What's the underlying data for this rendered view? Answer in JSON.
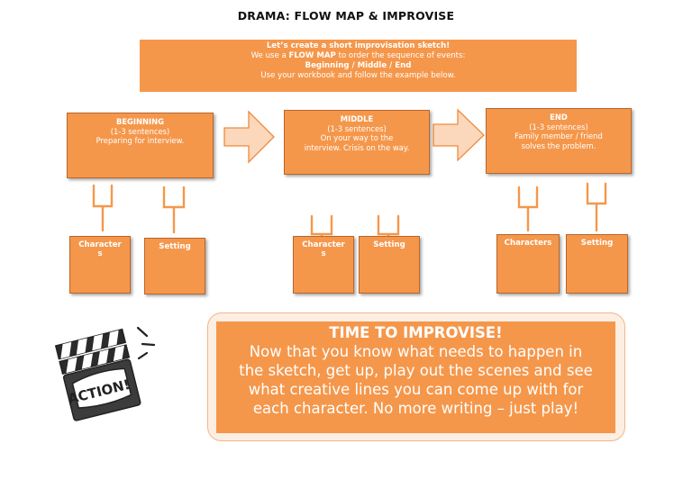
{
  "title": "DRAMA: FLOW MAP & IMPROVISE",
  "banner": {
    "line1": "Let’s create a short improvisation sketch!",
    "line2_pre": "We use a ",
    "line2_bold": "FLOW MAP",
    "line2_post": " to order the sequence of events:",
    "line3": "Beginning / Middle / End",
    "line4": "Use your workbook and follow the example below."
  },
  "stages": [
    {
      "heading": "BEGINNING",
      "count": "(1-3 sentences)",
      "text": "Preparing for interview."
    },
    {
      "heading": "MIDDLE",
      "count": "(1-3 sentences)",
      "text1": "On your way to the",
      "text2": "interview. Crisis on the way."
    },
    {
      "heading": "END",
      "count": "(1-3 sentences)",
      "text1": "Family member / friend",
      "text2": "solves the problem."
    }
  ],
  "sub_boxes": {
    "characters_a": "Character",
    "characters_b": "s",
    "characters_full": "Characters",
    "setting": "Setting"
  },
  "clapper_text": "ACTION!",
  "improvise": {
    "title": "TIME TO IMPROVISE!",
    "line1": "Now that you know what needs to happen in",
    "line2": "the sketch, get up, play out the scenes and see",
    "line3": "what creative lines you can come up with for",
    "line4": "each character.  No more writing – just play!"
  },
  "colors": {
    "accent": "#f5974b",
    "border": "#b8662c",
    "text": "#ffffff"
  }
}
